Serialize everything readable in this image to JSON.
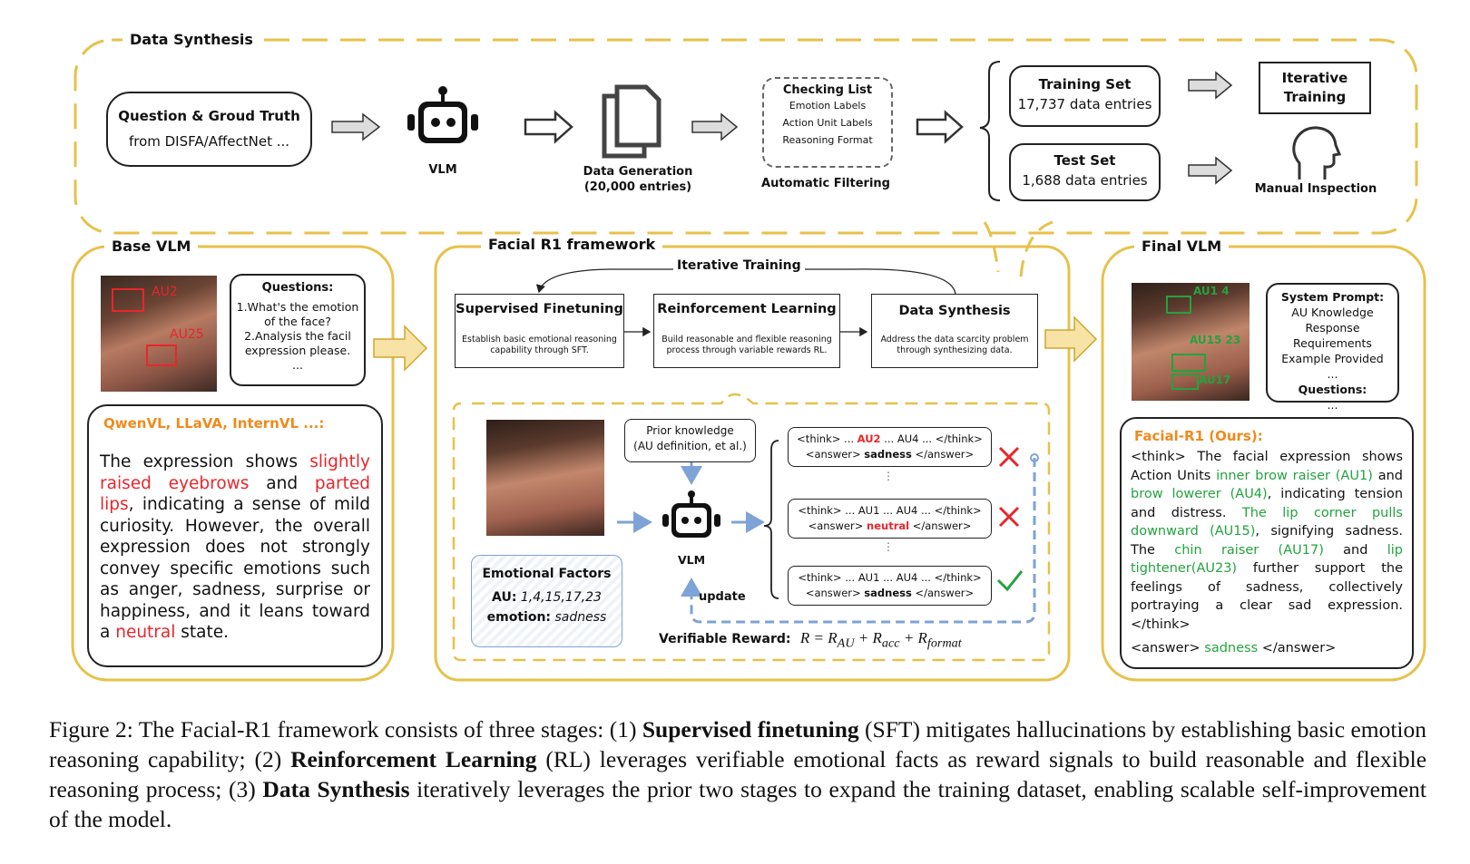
{
  "colors": {
    "gold": "#e7c14b",
    "blue": "#7ea3d6",
    "red": "#e8262b",
    "green": "#23a33f",
    "orange": "#f08a1c"
  },
  "synthesis": {
    "title": "Data Synthesis",
    "q_line1": "Question & Groud Truth",
    "q_line2": "from DISFA/AffectNet ...",
    "vlm": "VLM",
    "datagen_1": "Data Generation",
    "datagen_2": "(20,000 entries)",
    "check_title": "Checking List",
    "check_items": [
      "Emotion Labels",
      "Action Unit Labels",
      "Reasoning Format"
    ],
    "auto_filter": "Automatic Filtering",
    "train_title": "Training Set",
    "train_count": "17,737 data entries",
    "test_title": "Test Set",
    "test_count": "1,688 data entries",
    "iter_1": "Iterative",
    "iter_2": "Training",
    "manual": "Manual Inspection"
  },
  "base": {
    "title": "Base VLM",
    "au2": "AU2",
    "au25": "AU25",
    "q_title": "Questions:",
    "q_lines": [
      "1.What's the emotion",
      "of the face?",
      "2.Analysis the facil",
      "expression please.",
      "..."
    ],
    "models": "QwenVL, LLaVA, InternVL ...:",
    "resp": {
      "t1": "The expression shows ",
      "h1": "slightly raised eyebrows",
      "t2": " and ",
      "h2": "parted lips",
      "t3": ", indicating a sense of mild curiosity. However, the overall expression does not strongly convey specific emotions such as anger, sadness, surprise or happiness, and it leans toward a ",
      "h3": "neutral",
      "t4": " state."
    }
  },
  "framework": {
    "title": "Facial R1 framework",
    "iter": "Iterative Training",
    "sft_title": "Supervised Finetuning",
    "sft_desc": "Establish basic emotional reasoning capability through SFT.",
    "rl_title": "Reinforcement Learning",
    "rl_desc": "Build reasonable and flexible reasoning process through variable rewards RL.",
    "ds_title": "Data Synthesis",
    "ds_desc": "Address the data scarcity problem through synthesizing data.",
    "prior_1": "Prior knowledge",
    "prior_2": "(AU definition, et al.)",
    "vlm": "VLM",
    "update": "update",
    "ef_title": "Emotional Factors",
    "ef_au_label": "AU:",
    "ef_au_val": "1,4,15,17,23",
    "ef_em_label": "emotion:",
    "ef_em_val": "sadness",
    "c1": {
      "a": "<think> ... ",
      "b": "AU2",
      "c": " ... AU4 ... </think>",
      "d": "<answer> ",
      "e": "sadness",
      "f": " </answer>"
    },
    "c2": {
      "a": "<think> ... AU1 ... AU4 ... </think>",
      "d": "<answer> ",
      "e": "neutral",
      "f": " </answer>"
    },
    "c3": {
      "a": "<think> ... AU1 ... AU4 ... </think>",
      "d": "<answer> ",
      "e": "sadness",
      "f": " </answer>"
    },
    "dots": "⋮",
    "reward_label": "Verifiable Reward:",
    "reward_R": "R = R",
    "reward_AU": "AU",
    "reward_plus1": " + R",
    "reward_acc": "acc",
    "reward_plus2": " + R",
    "reward_fmt": "format"
  },
  "final": {
    "title": "Final VLM",
    "au14": "AU1 4",
    "au1523": "AU15 23",
    "au17": "AU17",
    "sp_lines": [
      "System Prompt:",
      "AU Knowledge",
      "Response Requirements",
      "Example Provided",
      "...",
      "Questions:",
      "..."
    ],
    "name": "Facial-R1 (Ours):",
    "r": {
      "t1": "<think> The facial expression shows Action Units ",
      "g1": "inner brow raiser (AU1)",
      "t2": " and ",
      "g2": "brow lowerer (AU4)",
      "t3": ", indicating tension and distress. ",
      "g3": "The lip corner pulls downward (AU15)",
      "t4": ", signifying sadness. The ",
      "g4": "chin raiser (AU17)",
      "t5": " and ",
      "g5": "lip tightener(AU23)",
      "t6": " further support the feelings of sadness, collectively portraying a clear sad expression. </think>",
      "a1": "<answer> ",
      "a2": "sadness",
      "a3": " </answer>"
    }
  },
  "caption": {
    "p1": "Figure 2: The Facial-R1 framework consists of three stages: (1) ",
    "b1": "Supervised finetuning",
    "p2": " (SFT) mitigates hallucinations by establishing basic emotion reasoning capability; (2) ",
    "b2": "Reinforcement Learning",
    "p3": " (RL) leverages verifiable emotional facts as reward signals to build reasonable and flexible reasoning process; (3) ",
    "b3": "Data Synthesis",
    "p4": " iteratively leverages the prior two stages to expand the training dataset, enabling scalable self-improvement of the model."
  }
}
